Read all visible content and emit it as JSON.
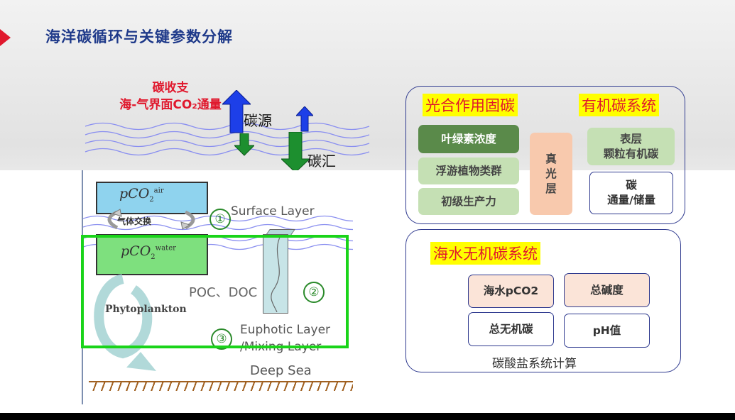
{
  "slide": {
    "title": "海洋碳循环与关键参数分解",
    "accent_color": "#e0182d"
  },
  "left_figure": {
    "flux_label_line1": "碳收支",
    "flux_label_line2": "海-气界面CO₂通量",
    "source_label": "碳源",
    "sink_label": "碳汇",
    "pco2_air": "pCO",
    "pco2_air_sub": "2",
    "pco2_air_sup": "air",
    "pco2_water": "pCO",
    "pco2_water_sub": "2",
    "pco2_water_sup": "water",
    "gas_exchange": "气体交换",
    "phytoplankton": "Phytoplankton",
    "poc_doc": "POC、DOC",
    "surface_layer": "Surface Layer",
    "euphotic_layer_line1": "Euphotic Layer",
    "euphotic_layer_line2": "/Mixing Layer",
    "deep_sea": "Deep Sea",
    "num1": "①",
    "num2": "②",
    "num3": "③"
  },
  "organic_panel": {
    "photosynthesis_title": "光合作用固碳",
    "organic_title": "有机碳系统",
    "chlorophyll": "叶绿素浓度",
    "phytoplankton_group": "浮游植物类群",
    "primary_productivity": "初级生产力",
    "euphotic": "真\n光\n层",
    "surface_poc_line1": "表层",
    "surface_poc_line2": "颗粒有机碳",
    "carbon_flux_line1": "碳",
    "carbon_flux_line2": "通量/储量"
  },
  "inorganic_panel": {
    "title": "海水无机碳系统",
    "seawater_pco2": "海水pCO2",
    "total_alkalinity": "总碱度",
    "dic": "总无机碳",
    "ph": "pH值",
    "carbonate_calc": "碳酸盐系统计算"
  }
}
